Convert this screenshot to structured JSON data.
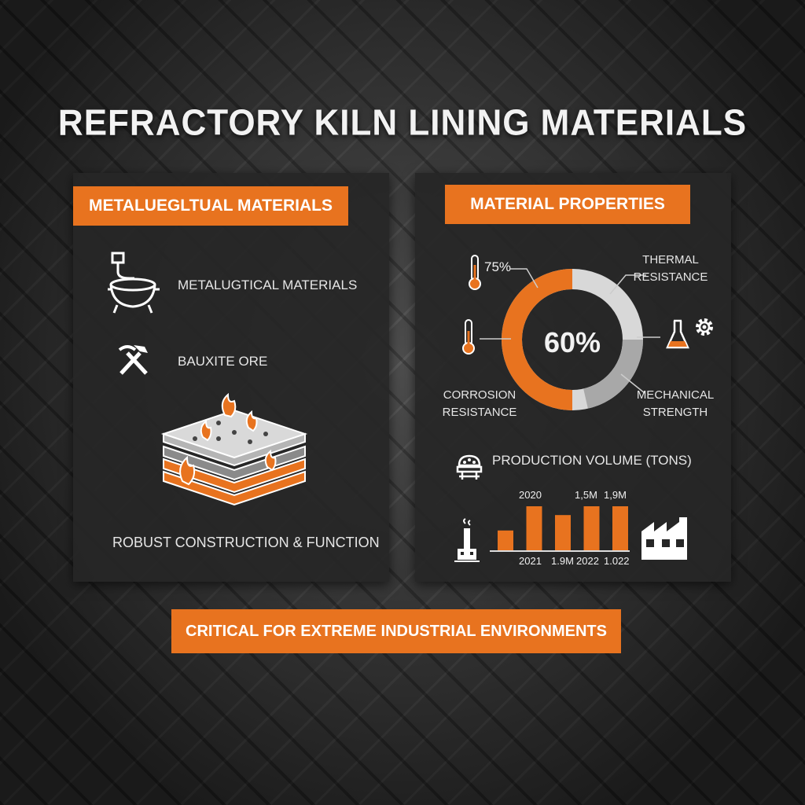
{
  "title": "REFRACTORY KILN LINING MATERIALS",
  "left_panel": {
    "header": "METALUEGLTUAL MATERIALS",
    "items": [
      {
        "label": "METALUGTICAL MATERIALS",
        "icon": "crucible-icon"
      },
      {
        "label": "BAUXITE ORE",
        "icon": "hammer-pick-icon"
      }
    ],
    "illustration": "layered-bricks-with-flames",
    "caption": "ROBUST CONSTRUCTION & FUNCTION"
  },
  "right_panel": {
    "header": "MATERIAL PROPERTIES",
    "donut": {
      "center_label": "60%",
      "top_left_value": "75%",
      "labels": {
        "thermal": "THERMAL\nRESISTANCE",
        "corrosion": "CORROSION\nRESISTANCE",
        "mechanical": "MECHANICAL\nSTRENGTH"
      }
    },
    "production": {
      "title": "PRODUCTION VOLUME (TONS)",
      "top_labels": [
        "2020",
        "1,5M",
        "1,9M"
      ],
      "bottom_labels": [
        "2021",
        "1.9M",
        "2022",
        "1.022"
      ]
    }
  },
  "footer": "CRITICAL FOR EXTREME INDUSTRIAL ENVIRONMENTS",
  "chart_data": {
    "type": "bar",
    "title": "PRODUCTION VOLUME (TONS)",
    "series": [
      {
        "values": [
          0.45,
          1.0,
          0.8,
          1.0,
          1.0
        ]
      }
    ]
  },
  "colors": {
    "accent": "#e8731f",
    "panel": "#262626",
    "ring_light": "#d8d8d8",
    "ring_mid": "#a8a8a8"
  }
}
